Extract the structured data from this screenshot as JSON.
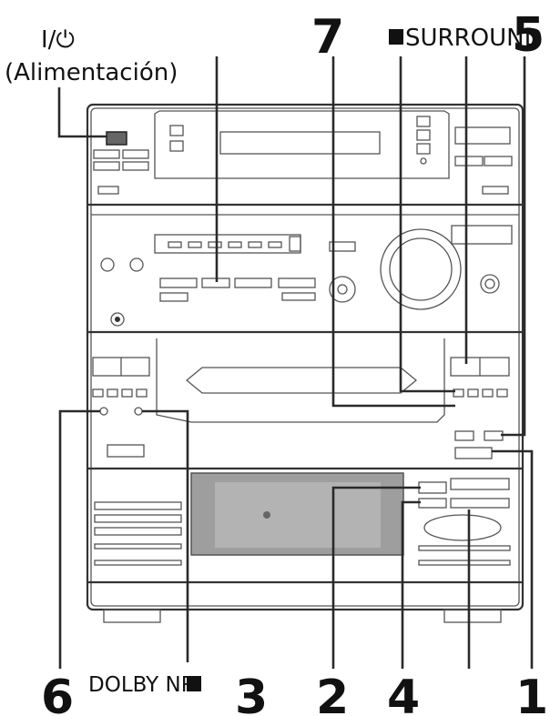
{
  "labels": {
    "power_symbol": "I/⏻",
    "power_caption": "(Alimentación)",
    "surround": "SURROUND",
    "dolby_nr": "DOLBY NR"
  },
  "callouts": {
    "n1": "1",
    "n2": "2",
    "n3": "3",
    "n4": "4",
    "n5": "5",
    "n6": "6",
    "n7": "7"
  },
  "colors": {
    "outline": "#333333",
    "window": "#9e9e9e",
    "background": "#ffffff"
  }
}
